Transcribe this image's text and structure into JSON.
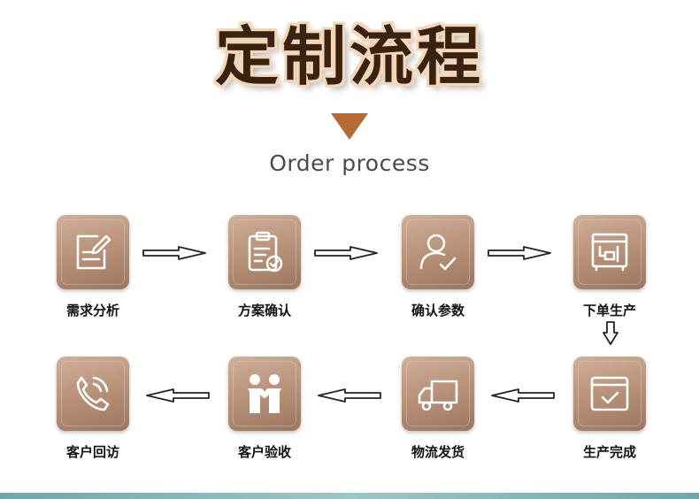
{
  "title": "定制流程",
  "subtitle": "Order process",
  "steps": [
    {
      "label": "需求分析",
      "icon": "notepad-pen-icon"
    },
    {
      "label": "方案确认",
      "icon": "clipboard-check-icon"
    },
    {
      "label": "确认参数",
      "icon": "user-check-icon"
    },
    {
      "label": "下单生产",
      "icon": "machine-icon"
    },
    {
      "label": "生产完成",
      "icon": "window-check-icon"
    },
    {
      "label": "物流发货",
      "icon": "truck-icon"
    },
    {
      "label": "客户验收",
      "icon": "handshake-icon"
    },
    {
      "label": "客户回访",
      "icon": "phone-icon"
    }
  ],
  "colors": {
    "title_text": "#3a2211",
    "title_outline": "#f3d7b8",
    "accent_triangle": "#b86a35",
    "tile": "#b89178"
  }
}
